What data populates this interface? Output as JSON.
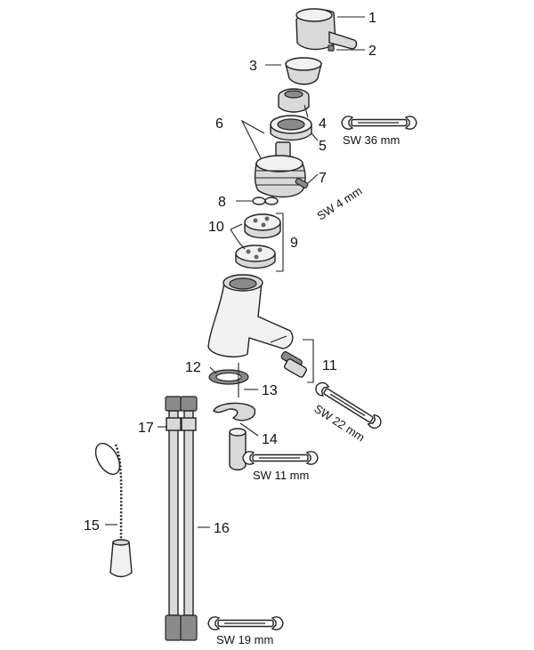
{
  "parts": {
    "p1": "1",
    "p2": "2",
    "p3": "3",
    "p4": "4",
    "p5": "5",
    "p6": "6",
    "p7": "7",
    "p8": "8",
    "p9": "9",
    "p10": "10",
    "p11": "11",
    "p12": "12",
    "p13": "13",
    "p14": "14",
    "p15": "15",
    "p16": "16",
    "p17": "17"
  },
  "tools": {
    "sw36": "SW 36 mm",
    "sw4": "SW 4 mm",
    "sw22": "SW 22 mm",
    "sw11": "SW 11 mm",
    "sw19": "SW 19 mm"
  }
}
